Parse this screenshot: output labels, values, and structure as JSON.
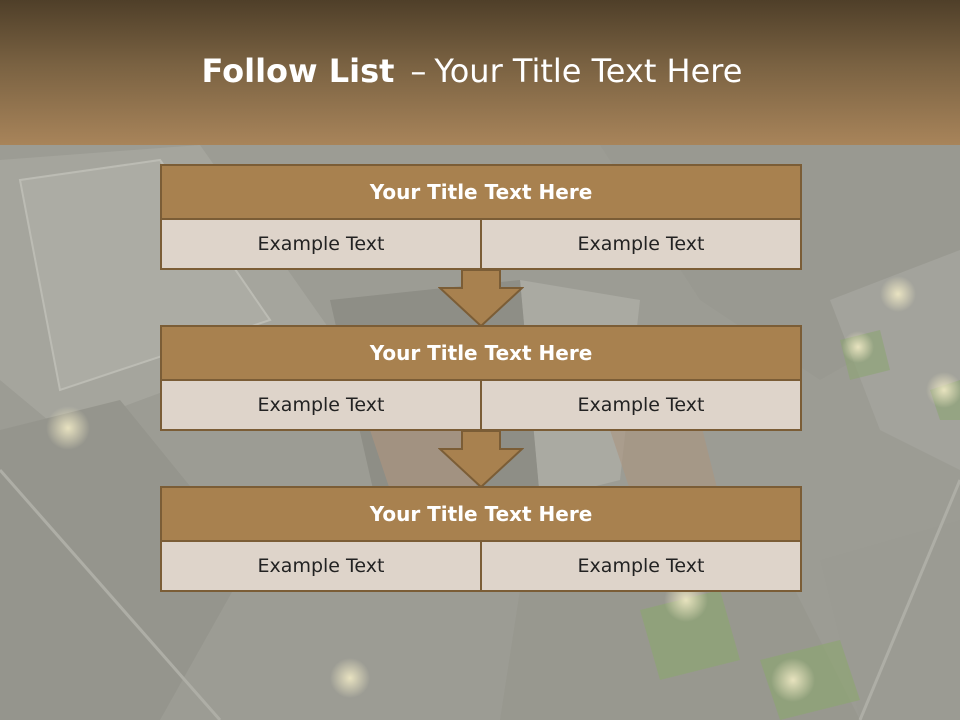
{
  "slide": {
    "title_bold": "Follow List",
    "title_separator": "–",
    "title_rest": "Your Title Text Here"
  },
  "blocks": [
    {
      "title": "Your Title Text Here",
      "cells": [
        "Example Text",
        "Example Text"
      ]
    },
    {
      "title": "Your Title Text Here",
      "cells": [
        "Example Text",
        "Example Text"
      ]
    },
    {
      "title": "Your Title Text Here",
      "cells": [
        "Example Text",
        "Example Text"
      ]
    }
  ],
  "colors": {
    "header_dark": "#4f3f29",
    "header_light": "#a8845a",
    "block_title": "#a8814f",
    "block_border": "#7b5d36",
    "cell_bg": "#ded4ca",
    "arrow": "#a8814f"
  }
}
